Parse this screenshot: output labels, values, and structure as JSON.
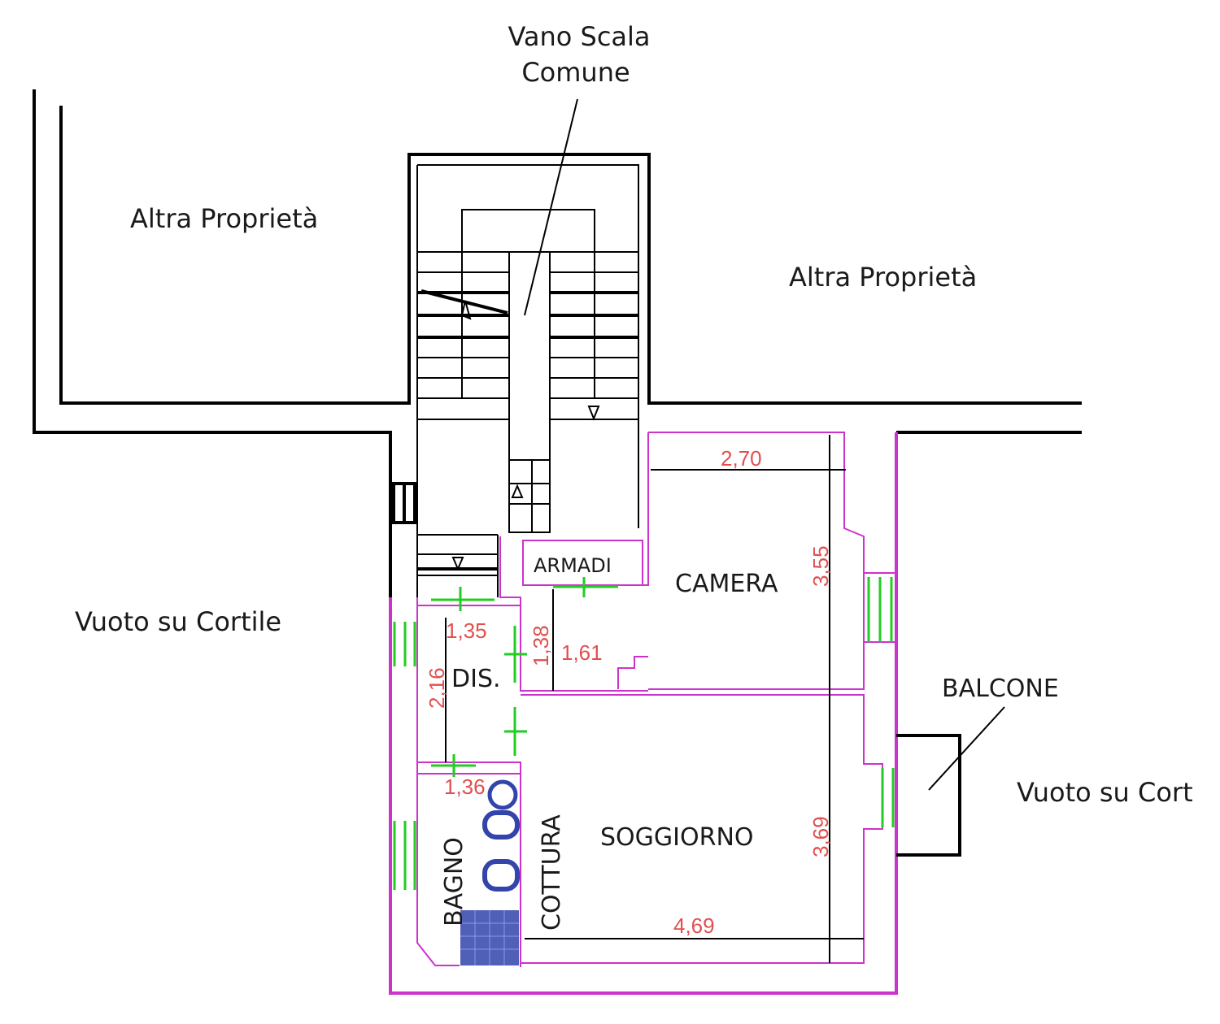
{
  "labels": {
    "vano_scala": [
      "Vano Scala",
      "Comune"
    ],
    "altra_proprieta_left": "Altra Proprietà",
    "altra_proprieta_right": "Altra Proprietà",
    "vuoto_cortile": "Vuoto su Cortile",
    "vuoto_cort": "Vuoto su Cort",
    "balcone": "BALCONE",
    "armadi": "ARMADI",
    "camera": "CAMERA",
    "dis": "DIS.",
    "bagno": "BAGNO",
    "cottura": "COTTURA",
    "soggiorno": "SOGGIORNO"
  },
  "dimensions": {
    "camera_width": "2,70",
    "camera_height": "3,55",
    "dis_width": "1,35",
    "dis_height": "2,16",
    "armadi_height": "1,38",
    "armadi_width": "1,61",
    "bagno_width": "1,36",
    "soggiorno_width": "4,69",
    "soggiorno_height": "3,69"
  },
  "colors": {
    "walls": "#000000",
    "partitions": "#cc33cc",
    "doors": "#22cc22",
    "dimensions": "#e05050",
    "fixtures": "#3344aa"
  }
}
